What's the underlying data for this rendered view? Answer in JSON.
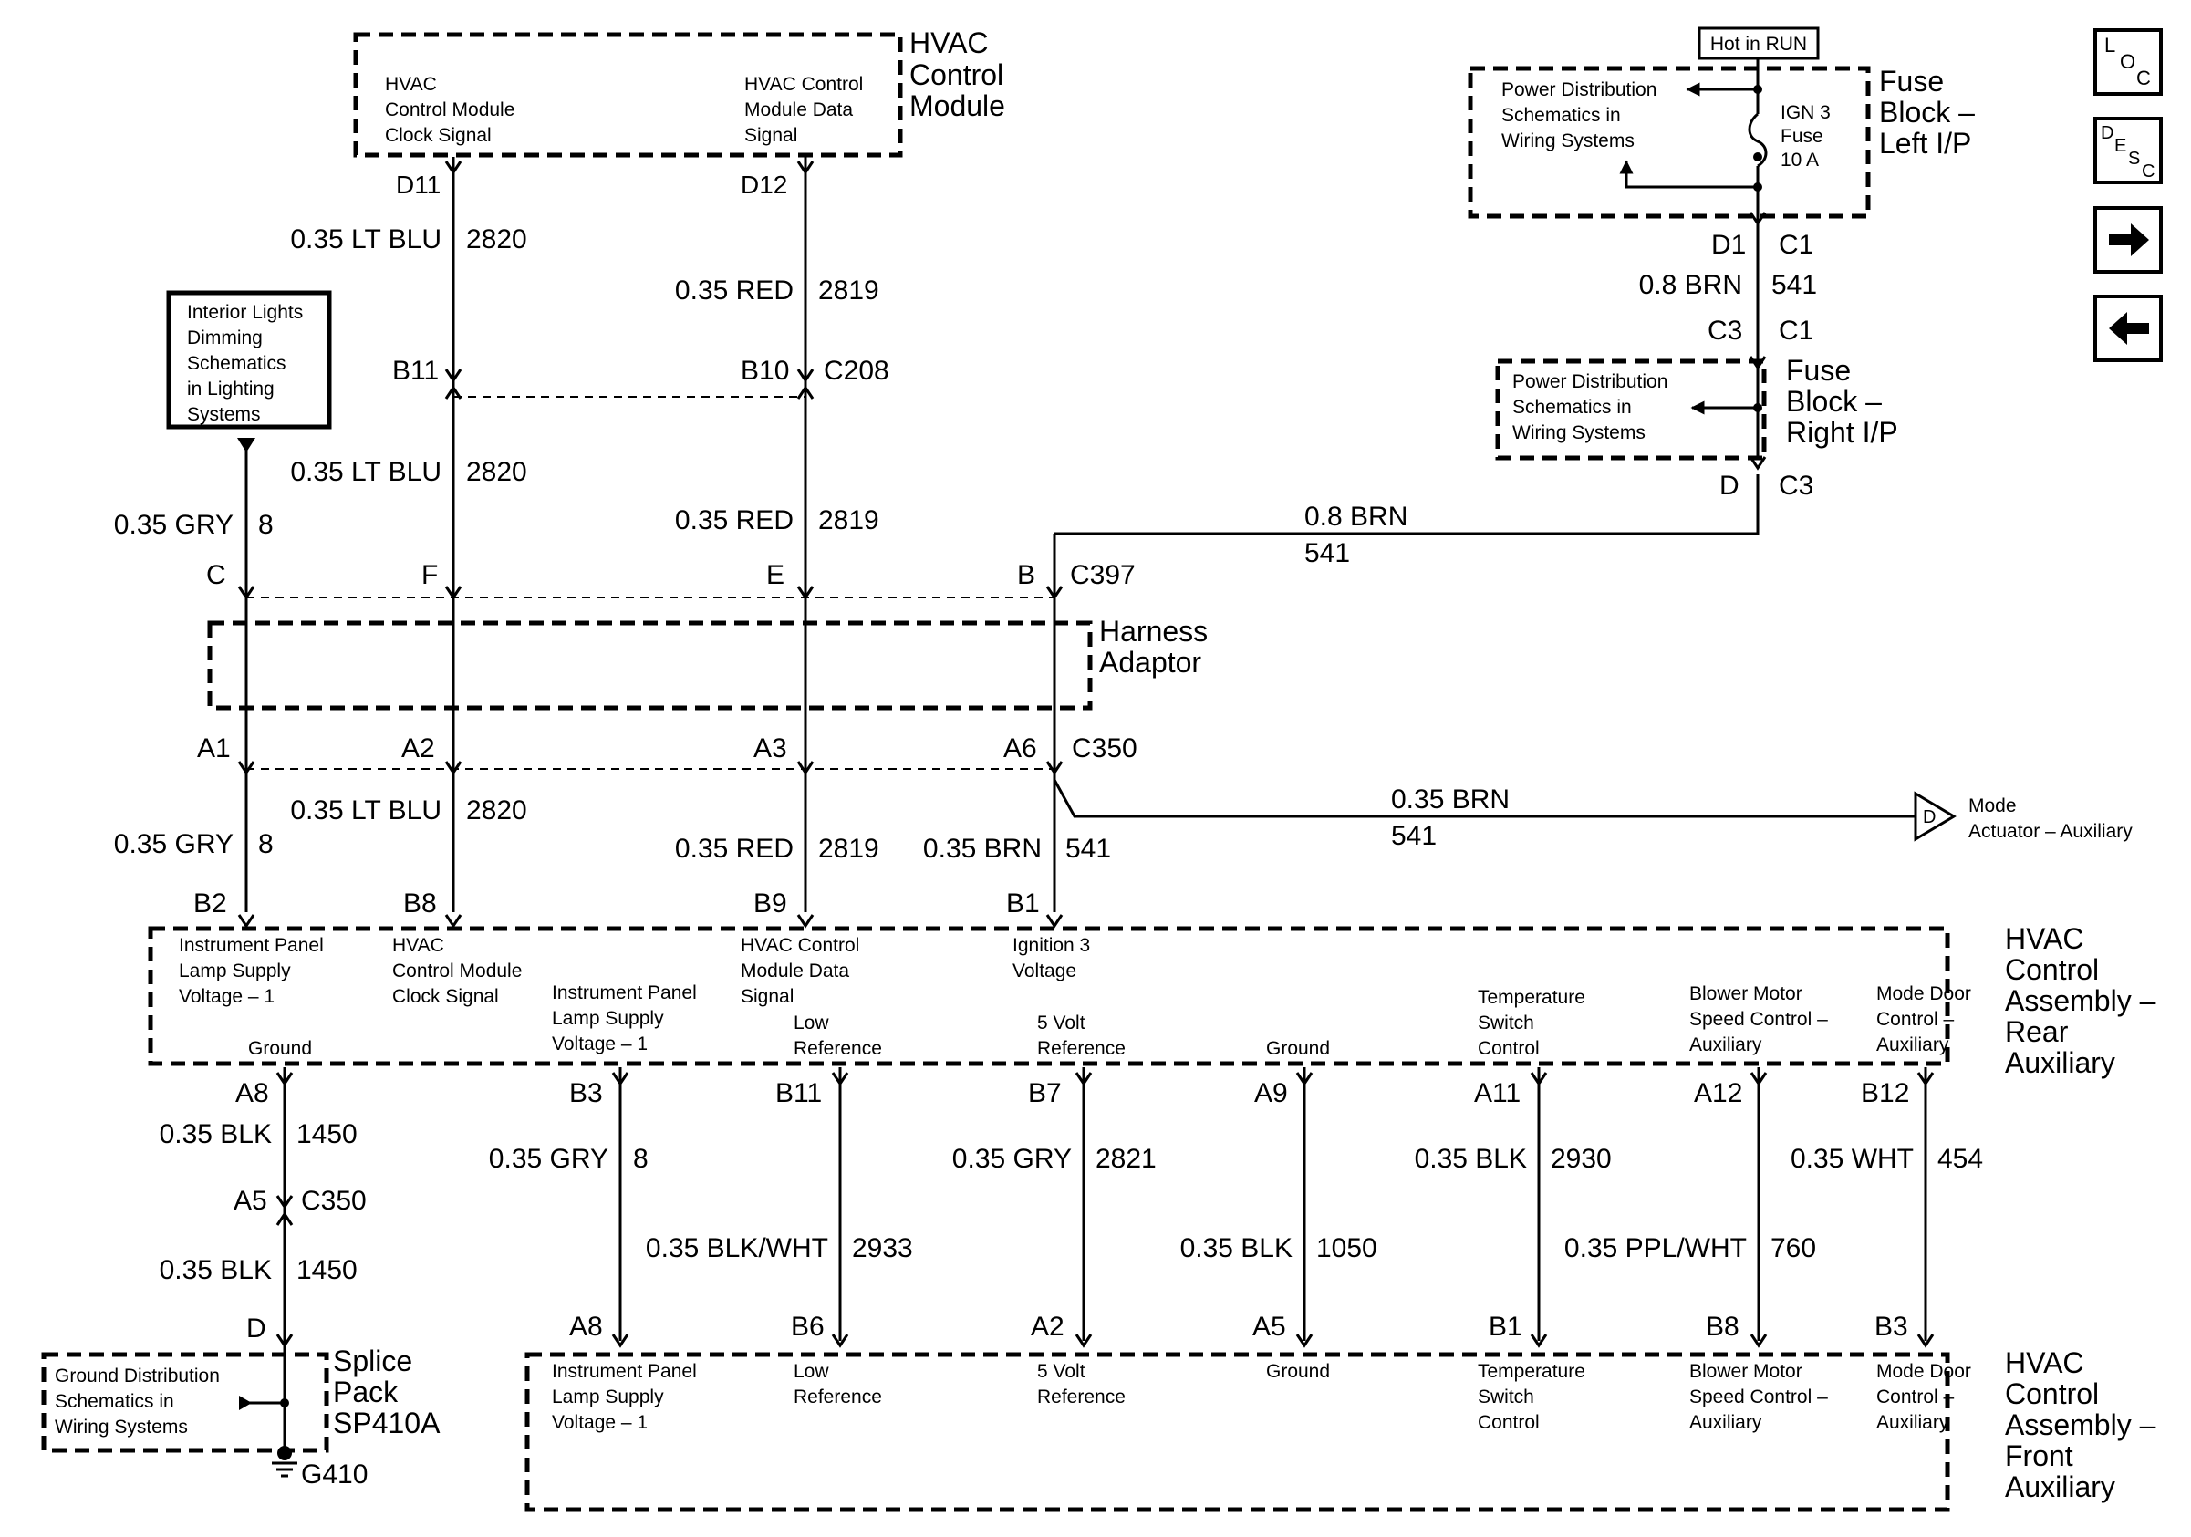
{
  "hvac_control_module": {
    "title": [
      "HVAC",
      "Control",
      "Module"
    ],
    "clock_signal": [
      "HVAC",
      "Control Module",
      "Clock Signal"
    ],
    "data_signal": [
      "HVAC Control",
      "Module Data",
      "Signal"
    ],
    "pin_clock": "D11",
    "pin_data": "D12"
  },
  "wires": {
    "lt_blu": "0.35 LT BLU",
    "circ_2820": "2820",
    "red": "0.35 RED",
    "circ_2819": "2819",
    "gry": "0.35 GRY",
    "circ_8": "8",
    "brn_08": "0.8 BRN",
    "circ_541": "541",
    "brn_035": "0.35 BRN",
    "blk": "0.35 BLK",
    "circ_1450": "1450",
    "blk_wht": "0.35 BLK/WHT",
    "circ_2933": "2933",
    "circ_2821": "2821",
    "circ_1050": "1050",
    "circ_2930": "2930",
    "ppl_wht": "0.35 PPL/WHT",
    "circ_760": "760",
    "wht": "0.35 WHT",
    "circ_454": "454"
  },
  "connectors": {
    "c208": {
      "name": "C208",
      "pin_b11": "B11",
      "pin_b10": "B10"
    },
    "c397": {
      "name": "C397",
      "pin_c": "C",
      "pin_f": "F",
      "pin_e": "E",
      "pin_b": "B"
    },
    "c350": {
      "name": "C350",
      "pin_a1": "A1",
      "pin_a2": "A2",
      "pin_a3": "A3",
      "pin_a6": "A6",
      "pin_a5": "A5",
      "pin_a8": "A8"
    }
  },
  "harness_adaptor": [
    "Harness",
    "Adaptor"
  ],
  "interior_lights": [
    "Interior Lights",
    "Dimming",
    "Schematics",
    "in Lighting",
    "Systems"
  ],
  "fuse_left": {
    "hot_in_run": "Hot in RUN",
    "power_dist": [
      "Power Distribution",
      "Schematics in",
      "Wiring Systems"
    ],
    "fuse": [
      "IGN 3",
      "Fuse",
      "10 A"
    ],
    "title": [
      "Fuse",
      "Block –",
      "Left I/P"
    ],
    "pin_d1": "D1",
    "pin_c1": "C1"
  },
  "fuse_right": {
    "power_dist": [
      "Power Distribution",
      "Schematics in",
      "Wiring Systems"
    ],
    "title": [
      "Fuse",
      "Block –",
      "Right I/P"
    ],
    "pin_c3": "C3",
    "pin_c1": "C1",
    "pin_d": "D",
    "pin_c3b": "C3"
  },
  "mode_actuator": {
    "letter": "D",
    "label": [
      "Mode",
      "Actuator –  Auxiliary"
    ]
  },
  "rear_assembly": {
    "title": [
      "HVAC",
      "Control",
      "Assembly –",
      "Rear",
      "Auxiliary"
    ],
    "top_pins": [
      "B2",
      "B8",
      "B9",
      "B1"
    ],
    "ip_lamp": [
      "Instrument Panel",
      "Lamp Supply",
      "Voltage – 1"
    ],
    "clock": [
      "HVAC",
      "Control Module",
      "Clock Signal"
    ],
    "ip_lamp2": [
      "Instrument Panel",
      "Lamp Supply",
      "Voltage – 1"
    ],
    "data": [
      "HVAC Control",
      "Module Data",
      "Signal"
    ],
    "low_ref": [
      "Low",
      "Reference"
    ],
    "ign3": [
      "Ignition 3",
      "Voltage"
    ],
    "five_volt": [
      "5 Volt",
      "Reference"
    ],
    "ground1": "Ground",
    "ground2": "Ground",
    "temp": [
      "Temperature",
      "Switch",
      "Control"
    ],
    "blower": [
      "Blower Motor",
      "Speed Control –",
      "Auxiliary"
    ],
    "mode_door": [
      "Mode Door",
      "Control –",
      "Auxiliary"
    ],
    "bottom_pins": [
      "A8",
      "B3",
      "B11",
      "B7",
      "A9",
      "A11",
      "A12",
      "B12"
    ]
  },
  "front_assembly": {
    "title": [
      "HVAC",
      "Control",
      "Assembly –",
      "Front",
      "Auxiliary"
    ],
    "pins": [
      "A8",
      "B6",
      "A2",
      "A5",
      "B1",
      "B8",
      "B3"
    ],
    "ip_lamp": [
      "Instrument Panel",
      "Lamp Supply",
      "Voltage – 1"
    ],
    "low_ref": [
      "Low",
      "Reference"
    ],
    "five_volt": [
      "5 Volt",
      "Reference"
    ],
    "ground": "Ground",
    "temp": [
      "Temperature",
      "Switch",
      "Control"
    ],
    "blower": [
      "Blower Motor",
      "Speed Control –",
      "Auxiliary"
    ],
    "mode_door": [
      "Mode Door",
      "Control –",
      "Auxiliary"
    ]
  },
  "splice": {
    "ground_dist": [
      "Ground Distribution",
      "Schematics in",
      "Wiring Systems"
    ],
    "title": [
      "Splice",
      "Pack",
      "SP410A"
    ],
    "pin_d": "D",
    "ground": "G410"
  },
  "nav": {
    "loc_l": "L",
    "loc_o": "O",
    "loc_c": "C",
    "desc_d": "D",
    "desc_e": "E",
    "desc_s": "S",
    "desc_c": "C"
  }
}
